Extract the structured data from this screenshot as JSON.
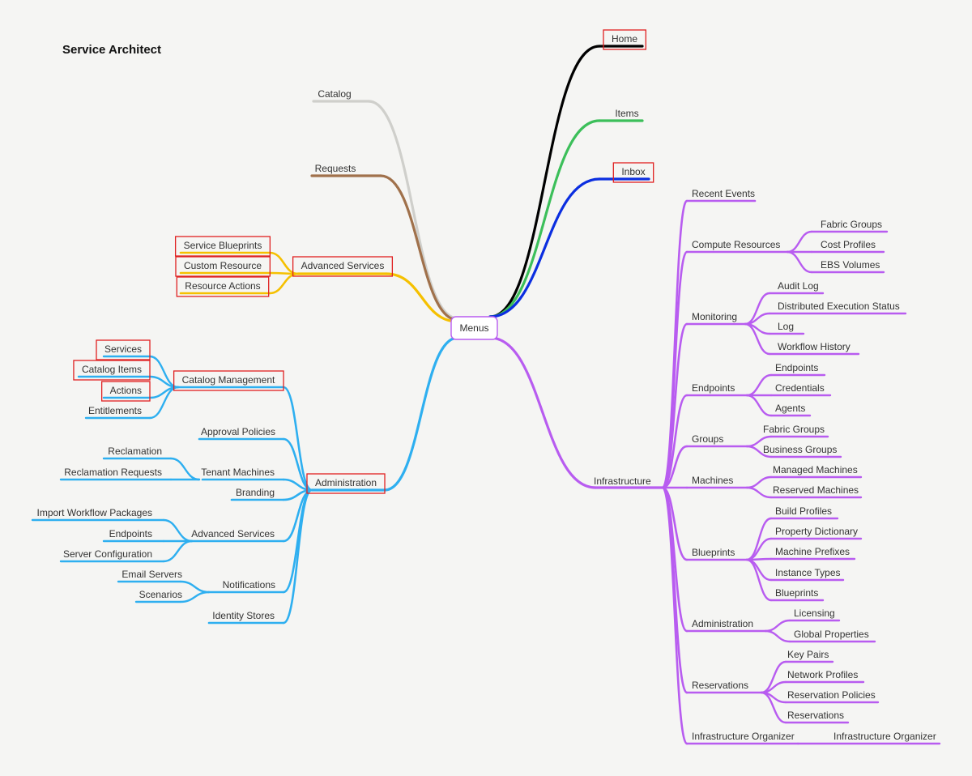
{
  "title": "Service Architect",
  "root": "Menus",
  "colors": {
    "home": "#000000",
    "items": "#3cbf5a",
    "inbox": "#0b2ee0",
    "catalog": "#cfcfcb",
    "requests": "#a0714b",
    "advanced_services": "#f5c000",
    "administration": "#2eaff0",
    "infrastructure": "#b85cf0",
    "highlight": "#e02020"
  },
  "upper_right": [
    {
      "label": "Home",
      "color": "home",
      "highlight": true
    },
    {
      "label": "Items",
      "color": "items",
      "highlight": false
    },
    {
      "label": "Inbox",
      "color": "inbox",
      "highlight": true
    }
  ],
  "upper_left": [
    {
      "label": "Catalog",
      "color": "catalog",
      "highlight": false
    },
    {
      "label": "Requests",
      "color": "requests",
      "highlight": false
    },
    {
      "label": "Advanced Services",
      "color": "advanced_services",
      "highlight": true,
      "children": [
        {
          "label": "Service Blueprints",
          "highlight": true
        },
        {
          "label": "Custom Resource",
          "highlight": true
        },
        {
          "label": "Resource Actions",
          "highlight": true
        }
      ]
    }
  ],
  "administration": {
    "label": "Administration",
    "highlight": true,
    "children": [
      {
        "label": "Catalog Management",
        "highlight": true,
        "children": [
          {
            "label": "Services",
            "highlight": true
          },
          {
            "label": "Catalog Items",
            "highlight": true
          },
          {
            "label": "Actions",
            "highlight": true
          },
          {
            "label": "Entitlements",
            "highlight": false
          }
        ]
      },
      {
        "label": "Approval Policies"
      },
      {
        "label": "Tenant Machines",
        "children": [
          {
            "label": "Reclamation"
          },
          {
            "label": "Reclamation Requests"
          }
        ]
      },
      {
        "label": "Branding"
      },
      {
        "label": "Advanced Services",
        "children": [
          {
            "label": "Import Workflow Packages"
          },
          {
            "label": "Endpoints"
          },
          {
            "label": "Server Configuration"
          }
        ]
      },
      {
        "label": "Notifications",
        "children": [
          {
            "label": "Email Servers"
          },
          {
            "label": "Scenarios"
          }
        ]
      },
      {
        "label": "Identity Stores"
      }
    ]
  },
  "infrastructure": {
    "label": "Infrastructure",
    "children": [
      {
        "label": "Recent Events"
      },
      {
        "label": "Compute Resources",
        "children": [
          {
            "label": "Fabric Groups"
          },
          {
            "label": "Cost Profiles"
          },
          {
            "label": "EBS Volumes"
          }
        ]
      },
      {
        "label": "Monitoring",
        "children": [
          {
            "label": "Audit Log"
          },
          {
            "label": "Distributed Execution Status"
          },
          {
            "label": "Log"
          },
          {
            "label": "Workflow History"
          }
        ]
      },
      {
        "label": "Endpoints",
        "children": [
          {
            "label": "Endpoints"
          },
          {
            "label": "Credentials"
          },
          {
            "label": "Agents"
          }
        ]
      },
      {
        "label": "Groups",
        "children": [
          {
            "label": "Fabric Groups"
          },
          {
            "label": "Business Groups"
          }
        ]
      },
      {
        "label": "Machines",
        "children": [
          {
            "label": "Managed Machines"
          },
          {
            "label": "Reserved Machines"
          }
        ]
      },
      {
        "label": "Blueprints",
        "children": [
          {
            "label": "Build Profiles"
          },
          {
            "label": "Property Dictionary"
          },
          {
            "label": "Machine Prefixes"
          },
          {
            "label": "Instance Types"
          },
          {
            "label": "Blueprints"
          }
        ]
      },
      {
        "label": "Administration",
        "children": [
          {
            "label": "Licensing"
          },
          {
            "label": "Global Properties"
          }
        ]
      },
      {
        "label": "Reservations",
        "children": [
          {
            "label": "Key Pairs"
          },
          {
            "label": "Network Profiles"
          },
          {
            "label": "Reservation Policies"
          },
          {
            "label": "Reservations"
          }
        ]
      },
      {
        "label": "Infrastructure Organizer",
        "children": [
          {
            "label": "Infrastructure Organizer"
          }
        ]
      }
    ]
  }
}
